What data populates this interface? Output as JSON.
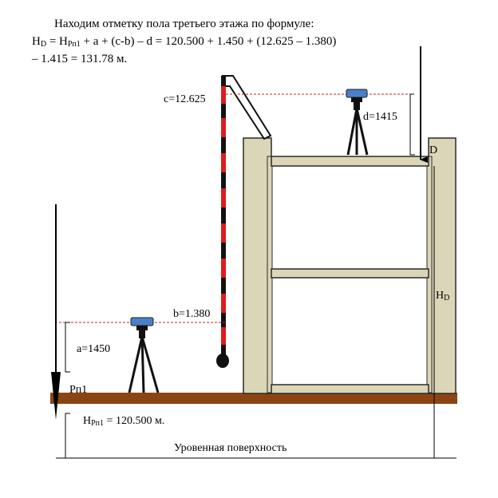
{
  "formula": {
    "title": "Находим отметку пола третьего этажа по формуле:",
    "line2_h": "H",
    "line2_h_sub": "D",
    "line2_eq": " = H",
    "line2_rp_sub": "Рп1",
    "line2_rest": " + a + (c-b) – d = 120.500 + 1.450 + (12.625 – 1.380)",
    "line3": "– 1.415 =  131.78 м."
  },
  "labels": {
    "c": "c=12.625",
    "d": "d=1415",
    "D": "D",
    "b": "b=1.380",
    "a": "a=1450",
    "rp": "Рп1",
    "hd_h": "H",
    "hd_sub": "D",
    "hrp_h": "H",
    "hrp_sub": "Рп1",
    "hrp_value": " = 120.500 м.",
    "surface": "Уровенная поверхность"
  },
  "colors": {
    "ground": "#8b4513",
    "wall": "#dcd6b8",
    "wall_stroke": "#2a2a2a",
    "rod_red": "#e11b1b",
    "rod_black": "#111111",
    "instrument": "#4a80c8",
    "dashed": "#d22222"
  },
  "icons": {
    "level_instrument": "level-instrument-icon",
    "leveling_rod": "leveling-rod-icon",
    "plumb_bob": "plumb-bob-icon"
  }
}
